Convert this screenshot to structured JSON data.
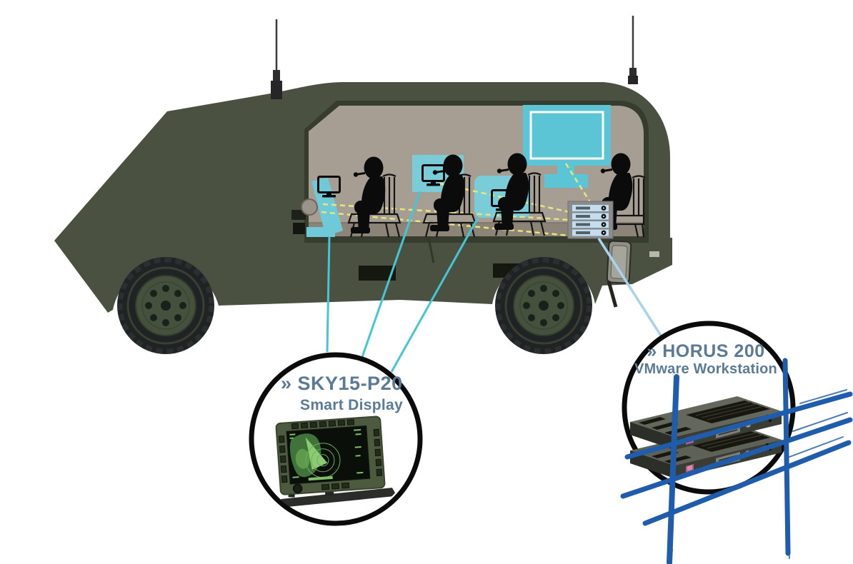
{
  "scene": {
    "type": "product-callout-diagram",
    "background_color": "#ffffff"
  },
  "vehicle": {
    "body_color": "#4b5140",
    "interior_color": "#a79e93",
    "display_panel_color": "#79ccd8",
    "wall_display_color": "#5cc5d5",
    "data_link_line_color": "#e9e57e",
    "crew_count": 4,
    "display_count": 4,
    "server_rack_rows": 4,
    "antenna_count": 2,
    "wheel_count": 2
  },
  "callouts": [
    {
      "id": "sky15-p20",
      "title": "» SKY15-P20",
      "subtitle": "Smart Display",
      "text_color": "#5a7a96",
      "circle_color": "#0b0b0b",
      "leader_line_color": "#45c6d6",
      "leader_line_count": 3
    },
    {
      "id": "horus-200",
      "title": "» HORUS 200",
      "subtitle": "VMware Workstation",
      "text_color": "#5a7a96",
      "circle_color": "#0b0b0b",
      "leader_line_color": "#a8d3ee",
      "leader_line_count": 1,
      "accent_stroke_color": "#1f5dac"
    }
  ]
}
